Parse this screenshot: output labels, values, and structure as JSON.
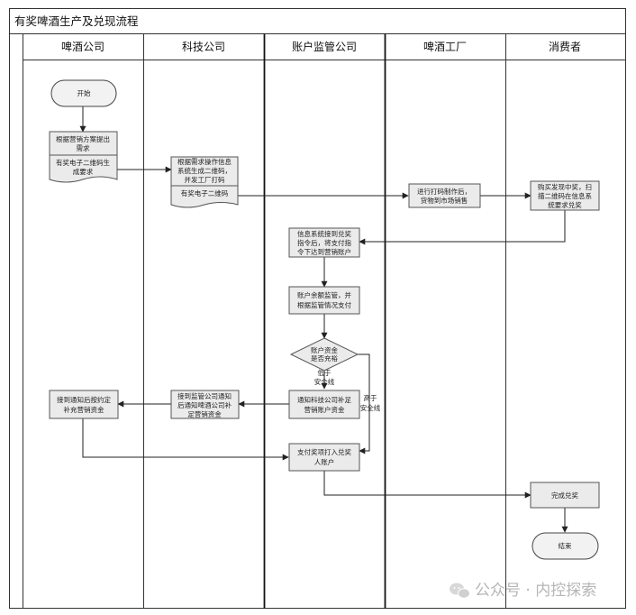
{
  "title": "有奖啤酒生产及兑现流程",
  "lanes": [
    "啤酒公司",
    "科技公司",
    "账户监管公司",
    "啤酒工厂",
    "消费者"
  ],
  "nodes": {
    "start": "开始",
    "plan_a": "根据营销方案提出",
    "plan_b": "需求",
    "doc1_a": "有奖电子二维码生",
    "doc1_b": "成要求",
    "tech_a": "根据需求操作信息",
    "tech_b": "系统生成二维码，",
    "tech_c": "并发工厂打码",
    "doc2": "有奖电子二维码",
    "factory_a": "进行打码制作后，",
    "factory_b": "货物到市场销售",
    "buy_a": "购买发现中奖，扫",
    "buy_b": "描二维码在信息系",
    "buy_c": "统要求兑奖",
    "payorder_a": "信息系统接到兑奖",
    "payorder_b": "指令后，将支付指",
    "payorder_c": "令下达到营销账户",
    "supervise_a": "账户余额监管，并",
    "supervise_b": "根据监管情况支付",
    "decision_a": "账户资金",
    "decision_b": "是否充裕",
    "notify_tech_a": "通知科技公司补足",
    "notify_tech_b": "营销账户资金",
    "tech_notify_a": "接到监管公司通知",
    "tech_notify_b": "后通知啤酒公司补",
    "tech_notify_c": "足营销资金",
    "replenish_a": "接到通知后按约定",
    "replenish_b": "补充营销资金",
    "pay_a": "支付奖项打入兑奖",
    "pay_b": "人账户",
    "complete": "完成兑奖",
    "end": "结束"
  },
  "edges": {
    "low_a": "低于",
    "low_b": "安全线",
    "high_a": "高于",
    "high_b": "安全线"
  },
  "watermark": "公众号 · 内控探索",
  "icons": [
    "wechat-icon"
  ]
}
